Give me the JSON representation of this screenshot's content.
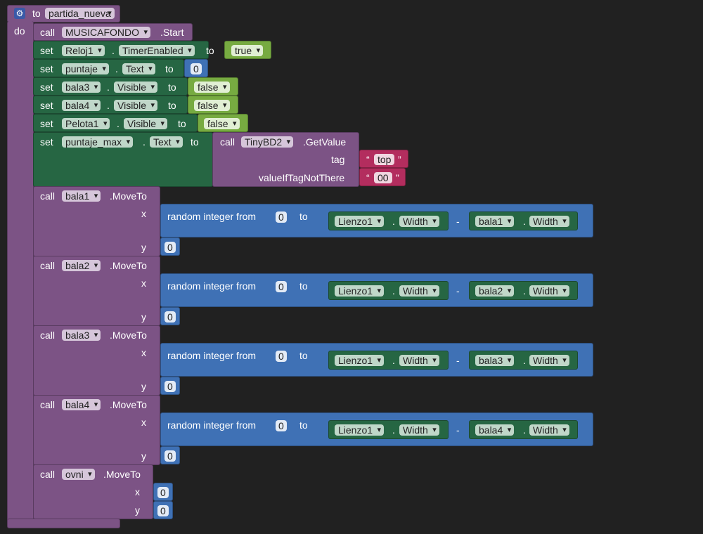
{
  "procedure": {
    "to_kw": "to",
    "name": "partida_nueva",
    "do_kw": "do"
  },
  "kw": {
    "call": "call",
    "set": "set",
    "to": "to",
    "dot": ".",
    "x": "x",
    "y": "y",
    "random": "random integer from",
    "minus": "-",
    "open_quote": "“",
    "close_quote": "”"
  },
  "statements": {
    "music": {
      "component": "MUSICAFONDO",
      "method": ".Start"
    },
    "set1": {
      "component": "Reloj1",
      "prop": "TimerEnabled",
      "value": "true"
    },
    "set2": {
      "component": "puntaje",
      "prop": "Text",
      "value": "0"
    },
    "set3": {
      "component": "bala3",
      "prop": "Visible",
      "value": "false"
    },
    "set4": {
      "component": "bala4",
      "prop": "Visible",
      "value": "false"
    },
    "set5": {
      "component": "Pelota1",
      "prop": "Visible",
      "value": "false"
    },
    "set6": {
      "component": "puntaje_max",
      "prop": "Text",
      "call_component": "TinyBD2",
      "call_method": ".GetValue",
      "tag_label": "tag",
      "tag_value": "top",
      "default_label": "valueIfTagNotThere",
      "default_value": "00"
    },
    "moves": [
      {
        "component": "bala1",
        "method": ".MoveTo",
        "from": "0",
        "canvas": "Lienzo1",
        "canvas_prop": "Width",
        "sub_comp": "bala1",
        "sub_prop": "Width",
        "y": "0"
      },
      {
        "component": "bala2",
        "method": ".MoveTo",
        "from": "0",
        "canvas": "Lienzo1",
        "canvas_prop": "Width",
        "sub_comp": "bala2",
        "sub_prop": "Width",
        "y": "0"
      },
      {
        "component": "bala3",
        "method": ".MoveTo",
        "from": "0",
        "canvas": "Lienzo1",
        "canvas_prop": "Width",
        "sub_comp": "bala3",
        "sub_prop": "Width",
        "y": "0"
      },
      {
        "component": "bala4",
        "method": ".MoveTo",
        "from": "0",
        "canvas": "Lienzo1",
        "canvas_prop": "Width",
        "sub_comp": "bala4",
        "sub_prop": "Width",
        "y": "0"
      }
    ],
    "ovni": {
      "component": "ovni",
      "method": ".MoveTo",
      "x": "0",
      "y": "0"
    }
  }
}
